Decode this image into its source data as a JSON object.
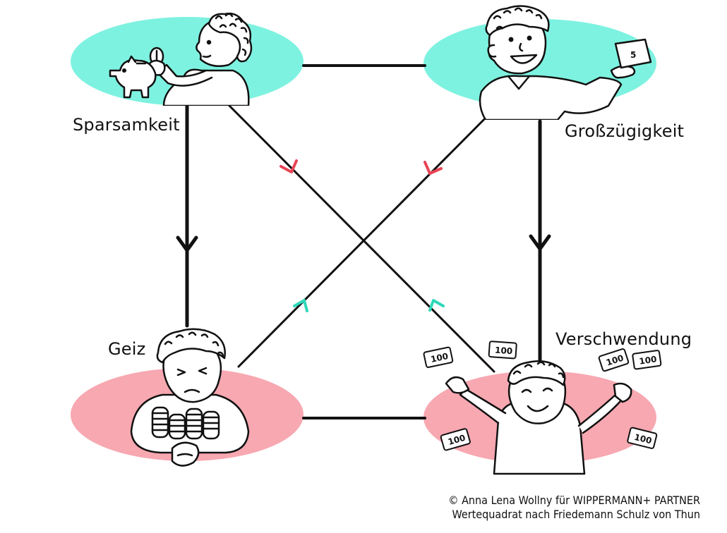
{
  "diagram": {
    "nodes": {
      "top_left": {
        "label": "Sparsamkeit"
      },
      "top_right": {
        "label": "Großzügigkeit"
      },
      "bottom_left": {
        "label": "Geiz"
      },
      "bottom_right": {
        "label": "Verschwendung"
      }
    },
    "colors": {
      "positive_ellipse": "#7ef2e0",
      "negative_ellipse": "#f7a8b1",
      "arrow_down_red": "#e84455",
      "arrow_up_teal": "#2fd8b9",
      "line": "#111111"
    },
    "money_note_text": "100",
    "banknote_text": "5",
    "icons": [
      "piggy-bank-icon",
      "coin-stacks-icon",
      "banknote-icon"
    ]
  },
  "credits": {
    "line1": "© Anna Lena Wollny für WIPPERMANN+ PARTNER",
    "line2": "Wertequadrat nach Friedemann Schulz von Thun"
  }
}
